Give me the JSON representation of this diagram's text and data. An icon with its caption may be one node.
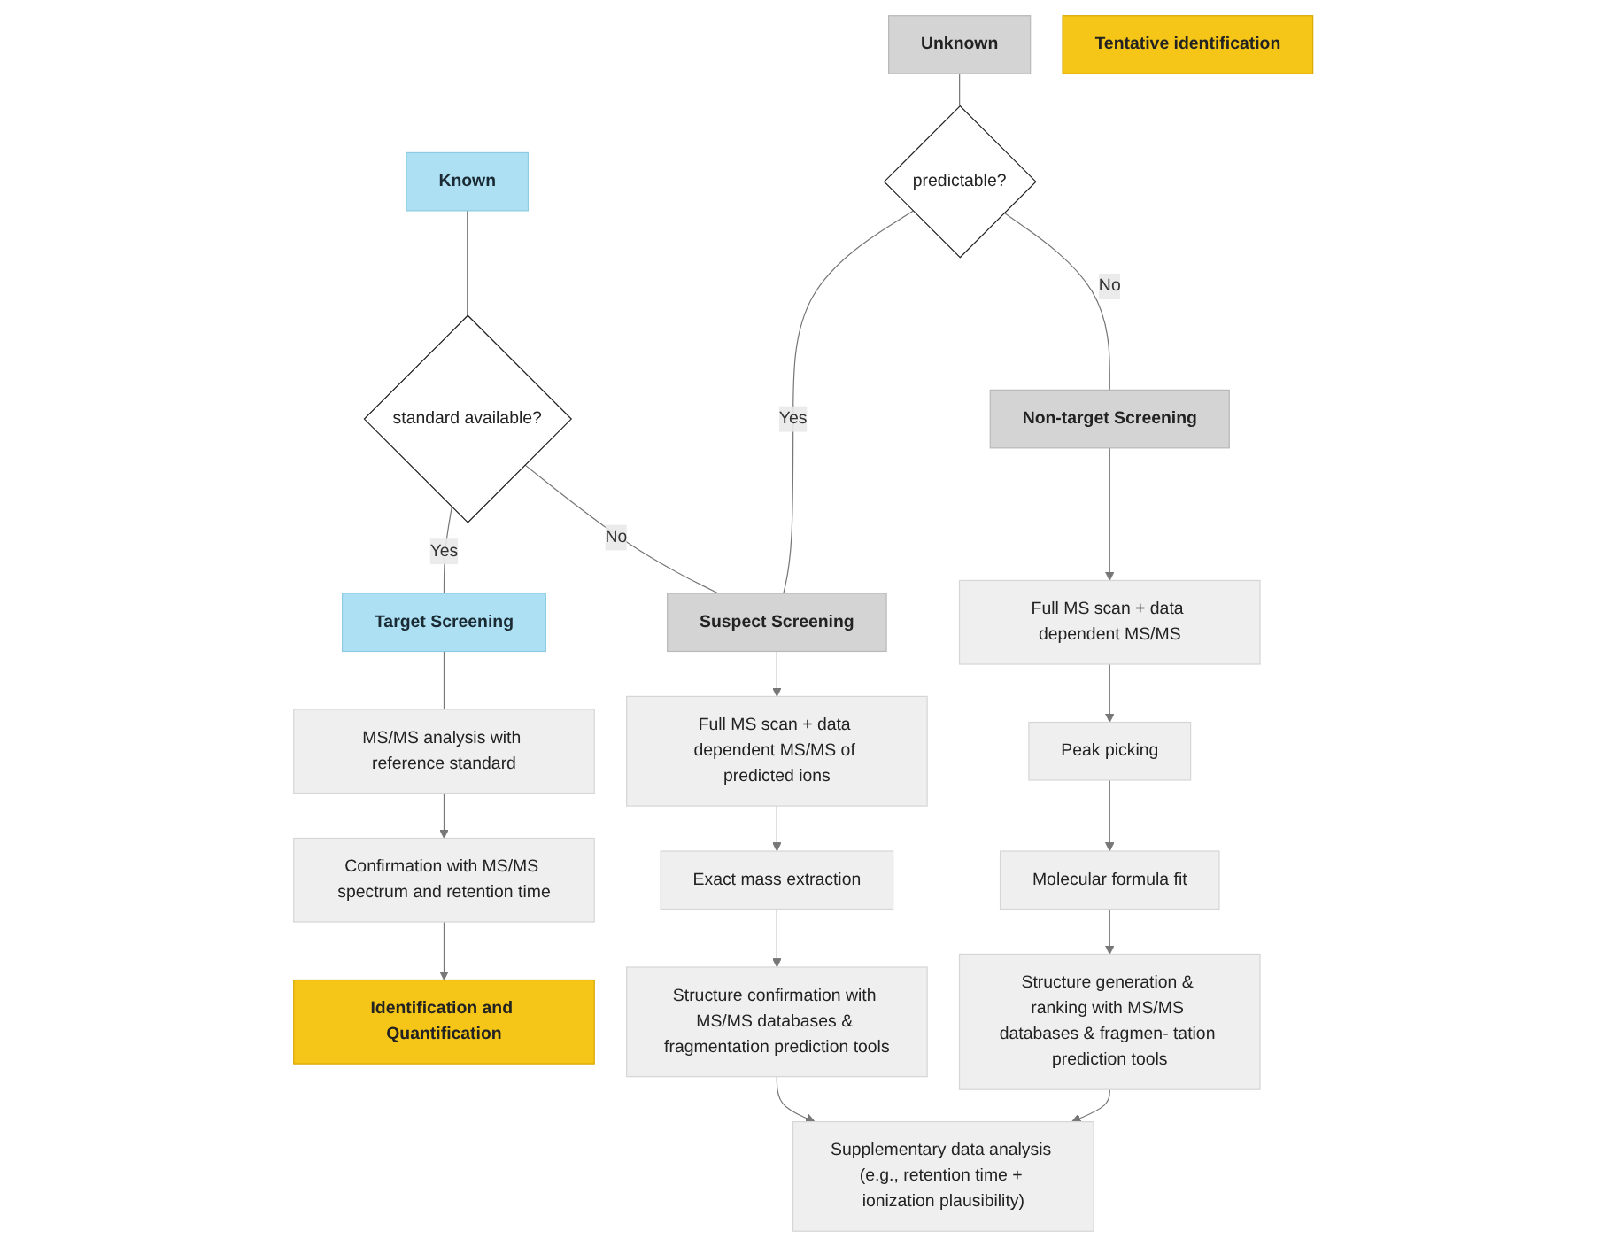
{
  "diagram": {
    "nodes": [
      {
        "text": [
          "Known"
        ]
      },
      {
        "text": [
          "standard available?"
        ]
      },
      {
        "text": [
          "Target Screening"
        ]
      },
      {
        "text": [
          "MS/MS analysis with reference standard"
        ]
      },
      {
        "text": [
          "Confirmation with MS/MS spectrum and retention time"
        ]
      },
      {
        "text": [
          "Identification and Quantification"
        ]
      },
      {
        "text": [
          "Unknown"
        ]
      },
      {
        "text": [
          "predictable?"
        ]
      },
      {
        "text": [
          "Suspect Screening"
        ]
      },
      {
        "text": [
          "Full MS scan + data dependent MS/MS of predicted ions"
        ]
      },
      {
        "text": [
          "Exact mass extraction"
        ]
      },
      {
        "text": [
          "Structure confirmation with MS/MS databases & fragmentation prediction tools"
        ]
      },
      {
        "text": [
          "Non-target Screening"
        ]
      },
      {
        "text": [
          "Full MS scan + data dependent MS/MS"
        ]
      },
      {
        "text": [
          "Peak picking"
        ]
      },
      {
        "text": [
          "Molecular formula fit"
        ]
      },
      {
        "text": [
          "Structure generation & ranking with MS/MS databases & fragmen- tation prediction tools"
        ]
      },
      {
        "text": [
          "Supplementary data analysis (e.g., retention time + ionization plausibility)"
        ]
      },
      {
        "text": [
          "Tentative identification"
        ]
      }
    ],
    "edges": [
      {
        "from": 0,
        "to": 1,
        "arrow": "none"
      },
      {
        "from": 1,
        "to": 2,
        "label": "Yes",
        "arrow": "none"
      },
      {
        "from": 1,
        "to": 8,
        "label": "No",
        "arrow": "none"
      },
      {
        "from": 2,
        "to": 3,
        "arrow": "none"
      },
      {
        "from": 3,
        "to": 4,
        "arrow": "to"
      },
      {
        "from": 4,
        "to": 5,
        "arrow": "to"
      },
      {
        "from": 6,
        "to": 7,
        "arrow": "none"
      },
      {
        "from": 7,
        "to": 8,
        "label": "Yes",
        "arrow": "none"
      },
      {
        "from": 7,
        "to": 12,
        "label": "No",
        "arrow": "none"
      },
      {
        "from": 8,
        "to": 9,
        "arrow": "to"
      },
      {
        "from": 9,
        "to": 10,
        "arrow": "to"
      },
      {
        "from": 10,
        "to": 11,
        "arrow": "to"
      },
      {
        "from": 11,
        "to": 17,
        "arrow": "to"
      },
      {
        "from": 12,
        "to": 13,
        "arrow": "to"
      },
      {
        "from": 13,
        "to": 14,
        "arrow": "to"
      },
      {
        "from": 14,
        "to": 15,
        "arrow": "to"
      },
      {
        "from": 15,
        "to": 16,
        "arrow": "to"
      },
      {
        "from": 16,
        "to": 17,
        "arrow": "to"
      }
    ]
  }
}
